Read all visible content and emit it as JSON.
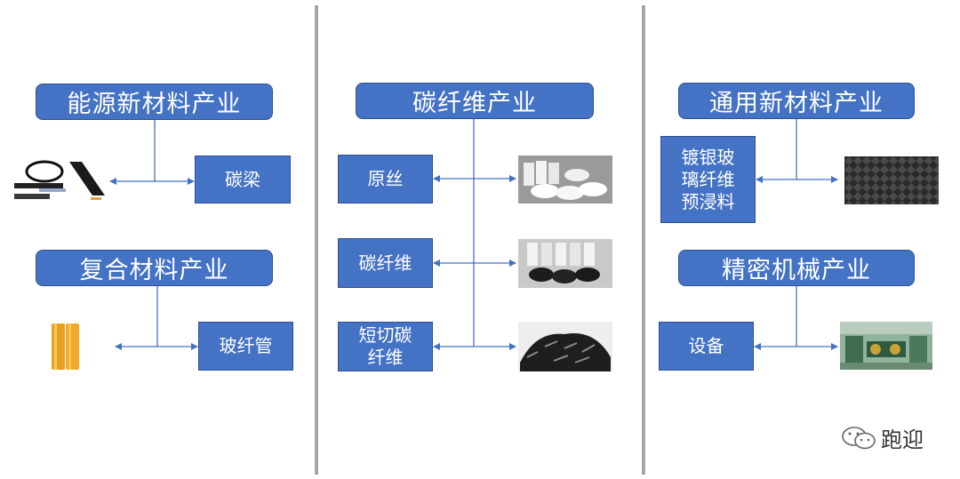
{
  "columns": [
    {
      "header": "能源新材料产业",
      "nodes": [
        "碳梁"
      ],
      "header2": "复合材料产业",
      "nodes2": [
        "玻纤管"
      ]
    },
    {
      "header": "碳纤维产业",
      "nodes": [
        "原丝",
        "碳纤维",
        "短切碳纤维"
      ]
    },
    {
      "header": "通用新材料产业",
      "nodes": [
        "镀银玻璃纤维预浸料"
      ],
      "header2": "精密机械产业",
      "nodes2": [
        "设备"
      ]
    }
  ],
  "labels": {
    "col1_header1": "能源新材料产业",
    "col1_node1": "碳梁",
    "col1_header2": "复合材料产业",
    "col1_node2": "玻纤管",
    "col2_header": "碳纤维产业",
    "col2_node1": "原丝",
    "col2_node2": "碳纤维",
    "col2_node3_line1": "短切碳",
    "col2_node3_line2": "纤维",
    "col3_header1": "通用新材料产业",
    "col3_node1_line1": "镀银玻",
    "col3_node1_line2": "璃纤维",
    "col3_node1_line3": "预浸料",
    "col3_header2": "精密机械产业",
    "col3_node2": "设备"
  },
  "watermark": "跑迎",
  "colors": {
    "box": "#4472c4",
    "box_text": "#ffffff",
    "arrow": "#4472c4",
    "divider": "#a6a6a6"
  }
}
